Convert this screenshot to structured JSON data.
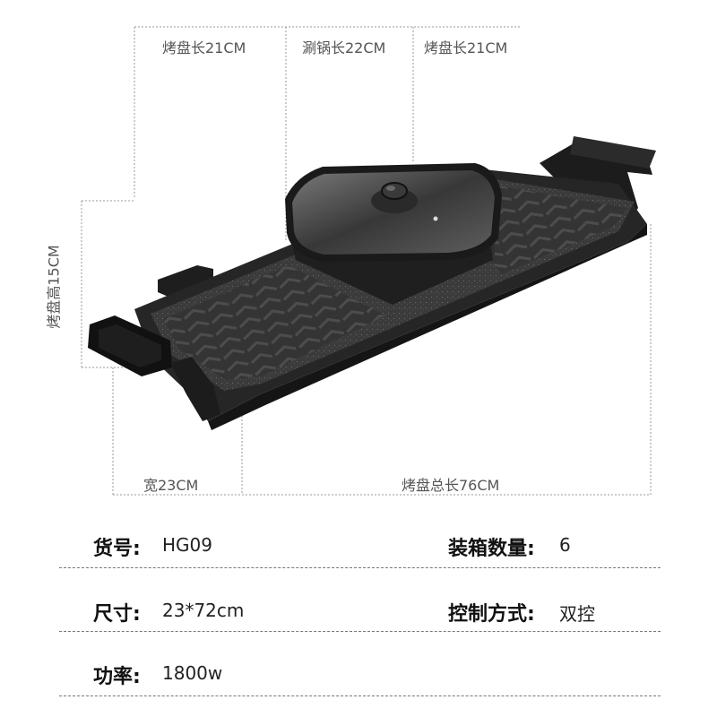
{
  "dimensions": {
    "grill_left_length": "烤盘长21CM",
    "hotpot_length": "涮锅长22CM",
    "grill_right_length": "烤盘长21CM",
    "grill_height": "烤盘高15CM",
    "width": "宽23CM",
    "total_length": "烤盘总长76CM"
  },
  "specs": {
    "model": {
      "label": "货号:",
      "value": "HG09"
    },
    "box_quantity": {
      "label": "装箱数量:",
      "value": "6"
    },
    "size": {
      "label": "尺寸:",
      "value": "23*72cm"
    },
    "control": {
      "label": "控制方式:",
      "value": "双控"
    },
    "power": {
      "label": "功率:",
      "value": "1800w"
    }
  },
  "colors": {
    "grill_body": "#2a2a2a",
    "grill_surface": "#3a3a3a",
    "guide_line": "#999999",
    "divider": "#777777"
  }
}
